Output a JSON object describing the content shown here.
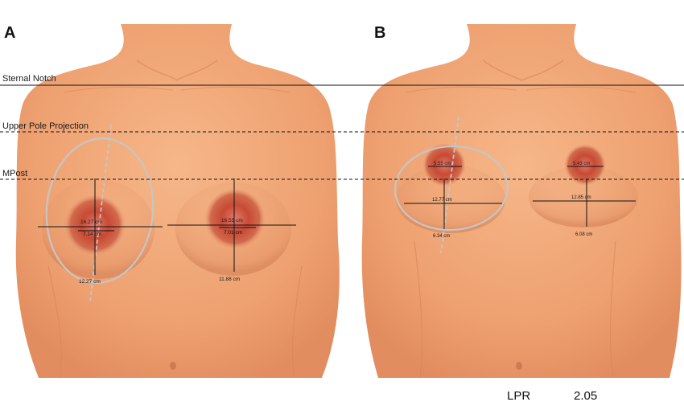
{
  "panels": {
    "a": {
      "letter": "A"
    },
    "b": {
      "letter": "B"
    }
  },
  "reference_lines": {
    "sternal_notch": "Sternal Notch",
    "upper_pole": "Upper Pole Projection",
    "mpost": "MPost"
  },
  "panel_a": {
    "left_breast": {
      "horizontal": "16.27 cm",
      "areola": "7.14 cm",
      "vertical": "12.27 cm"
    },
    "right_breast": {
      "horizontal": "16.55 cm",
      "areola": "7.01 cm",
      "vertical": "11.88 cm"
    }
  },
  "panel_b": {
    "left_breast": {
      "areola": "5.55 cm",
      "horizontal": "12.77 cm",
      "vertical": "6.34 cm"
    },
    "right_breast": {
      "areola": "5.43 cm",
      "horizontal": "12.85 cm",
      "vertical": "6.08 cm"
    }
  },
  "footer": {
    "lpr_label": "LPR",
    "lpr_value": "2.05"
  },
  "colors": {
    "skin": "#f0a577",
    "skin_shadow": "#d9845a",
    "areola": "#c9503a",
    "nipple": "#d8665a",
    "outline": "#b8b8b8",
    "line": "#111111"
  }
}
